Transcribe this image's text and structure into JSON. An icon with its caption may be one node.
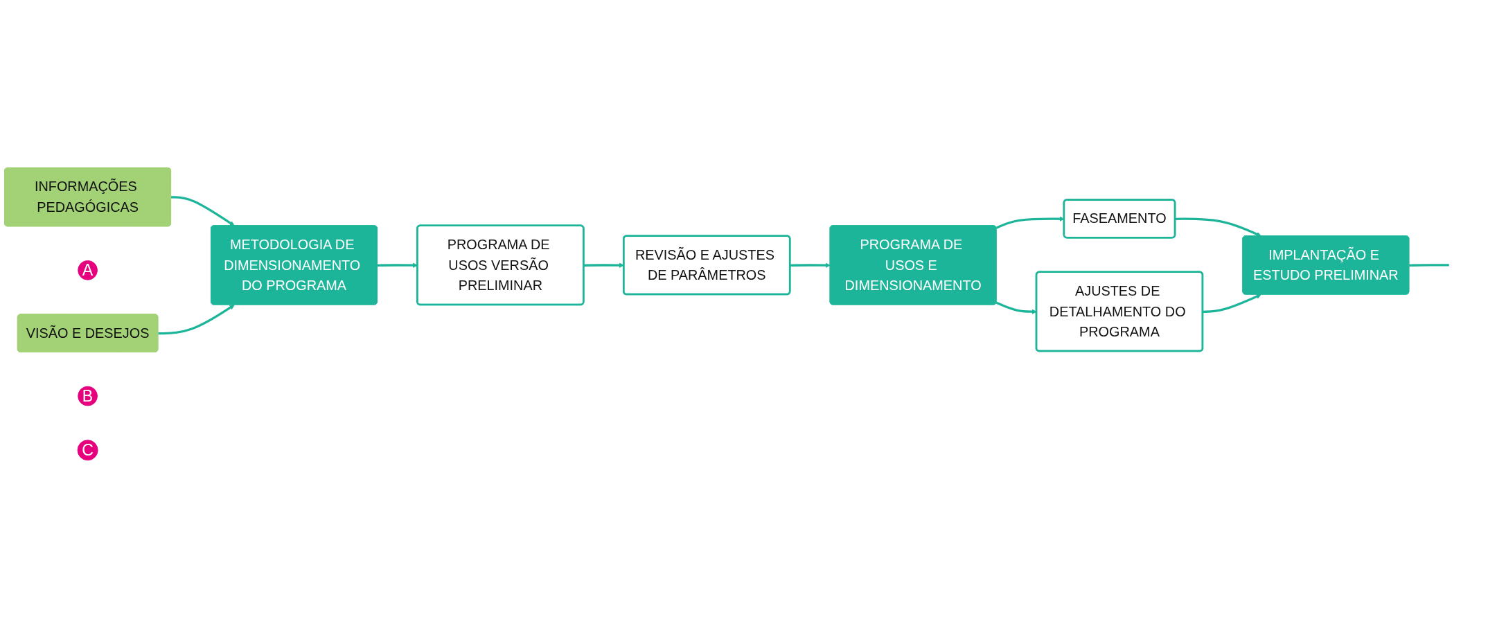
{
  "diagram": {
    "nodes": [
      {
        "text": [
          "INFORMAÇÕES PEDAGÓGICAS"
        ]
      },
      {
        "text": [
          "A"
        ]
      },
      {
        "text": [
          "METODOLOGIA DE DIMENSIONAMENTO DO PROGRAMA"
        ]
      },
      {
        "text": [
          "VISÃO E DESEJOS"
        ]
      },
      {
        "text": [
          "PROGRAMA DE USOS VERSÃO PRELIMINAR"
        ]
      },
      {
        "text": [
          "REVISÃO E AJUSTES DE PARÂMETROS"
        ]
      },
      {
        "text": [
          "B"
        ]
      },
      {
        "text": [
          "PROGRAMA DE USOS E DIMENSIONAMENTO"
        ]
      },
      {
        "text": [
          "FASEAMENTO"
        ]
      },
      {
        "text": [
          "AJUSTES DE DETALHAMENTO DO PROGRAMA"
        ]
      },
      {
        "text": [
          "C"
        ]
      },
      {
        "text": [
          "IMPLANTAÇÃO E ESTUDO PRELIMINAR"
        ]
      }
    ],
    "edges": [
      {
        "from": 0,
        "to": 2,
        "arrow": "to"
      },
      {
        "from": 3,
        "to": 2,
        "arrow": "to"
      },
      {
        "from": 2,
        "to": 4,
        "arrow": "to"
      },
      {
        "from": 4,
        "to": 5,
        "arrow": "to"
      },
      {
        "from": 5,
        "to": 7,
        "arrow": "to"
      },
      {
        "from": 7,
        "to": 8,
        "arrow": "to"
      },
      {
        "from": 7,
        "to": 9,
        "arrow": "to"
      },
      {
        "from": 8,
        "to": 11,
        "arrow": "to"
      },
      {
        "from": 9,
        "to": 11,
        "arrow": "to"
      },
      {
        "from": 11,
        "to": null,
        "arrow": "none"
      }
    ]
  }
}
